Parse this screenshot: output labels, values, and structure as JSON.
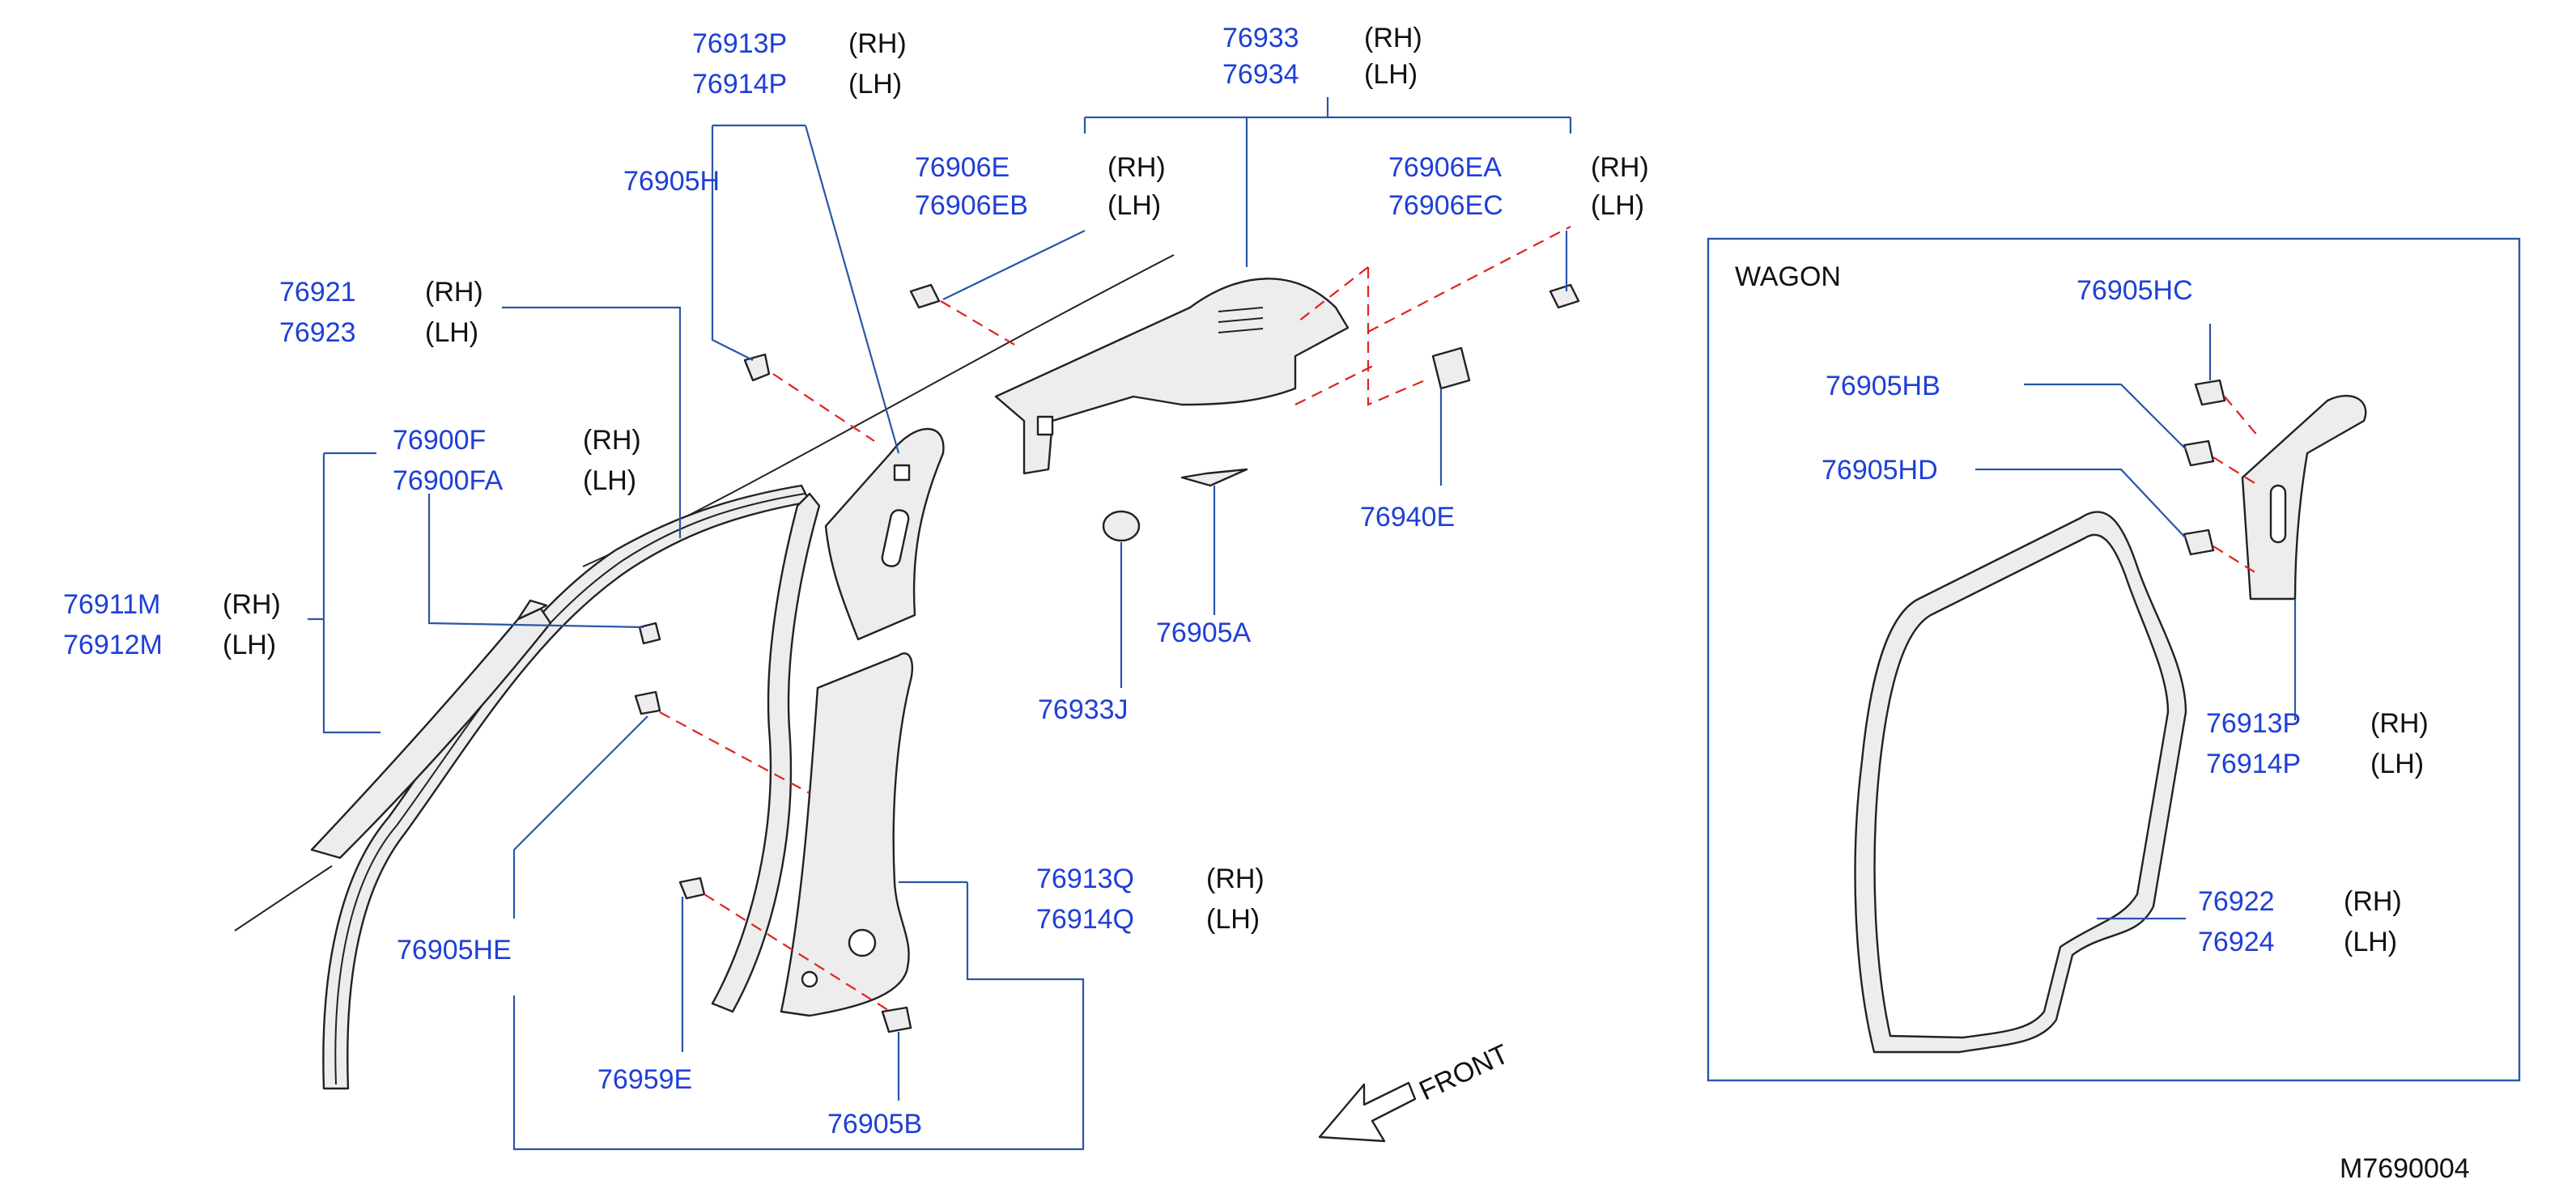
{
  "diagram_code": "M7690004",
  "front_label": "FRONT",
  "wagon_label": "WAGON",
  "callouts": {
    "c76913P": {
      "pn": "76913P",
      "side": "(RH)"
    },
    "c76914P": {
      "pn": "76914P",
      "side": "(LH)"
    },
    "c76933": {
      "pn": "76933",
      "side": "(RH)"
    },
    "c76934": {
      "pn": "76934",
      "side": "(LH)"
    },
    "c76905H": {
      "pn": "76905H"
    },
    "c76906E": {
      "pn": "76906E",
      "side": "(RH)"
    },
    "c76906EB": {
      "pn": "76906EB",
      "side": "(LH)"
    },
    "c76906EA": {
      "pn": "76906EA",
      "side": "(RH)"
    },
    "c76906EC": {
      "pn": "76906EC",
      "side": "(LH)"
    },
    "c76921": {
      "pn": "76921",
      "side": "(RH)"
    },
    "c76923": {
      "pn": "76923",
      "side": "(LH)"
    },
    "c76900F": {
      "pn": "76900F",
      "side": "(RH)"
    },
    "c76900FA": {
      "pn": "76900FA",
      "side": "(LH)"
    },
    "c76911M": {
      "pn": "76911M",
      "side": "(RH)"
    },
    "c76912M": {
      "pn": "76912M",
      "side": "(LH)"
    },
    "c76940E": {
      "pn": "76940E"
    },
    "c76905A": {
      "pn": "76905A"
    },
    "c76933J": {
      "pn": "76933J"
    },
    "c76905HE": {
      "pn": "76905HE"
    },
    "c76913Q": {
      "pn": "76913Q",
      "side": "(RH)"
    },
    "c76914Q": {
      "pn": "76914Q",
      "side": "(LH)"
    },
    "c76959E": {
      "pn": "76959E"
    },
    "c76905B": {
      "pn": "76905B"
    },
    "c76905HC": {
      "pn": "76905HC"
    },
    "c76905HB": {
      "pn": "76905HB"
    },
    "c76905HD": {
      "pn": "76905HD"
    },
    "w76913P": {
      "pn": "76913P",
      "side": "(RH)"
    },
    "w76914P": {
      "pn": "76914P",
      "side": "(LH)"
    },
    "c76922": {
      "pn": "76922",
      "side": "(RH)"
    },
    "c76924": {
      "pn": "76924",
      "side": "(LH)"
    }
  },
  "colors": {
    "part_number_text": "#1f3fd6",
    "leader_line": "#2a56a8",
    "dashed_guide": "#e0221f",
    "outline": "#222222"
  }
}
